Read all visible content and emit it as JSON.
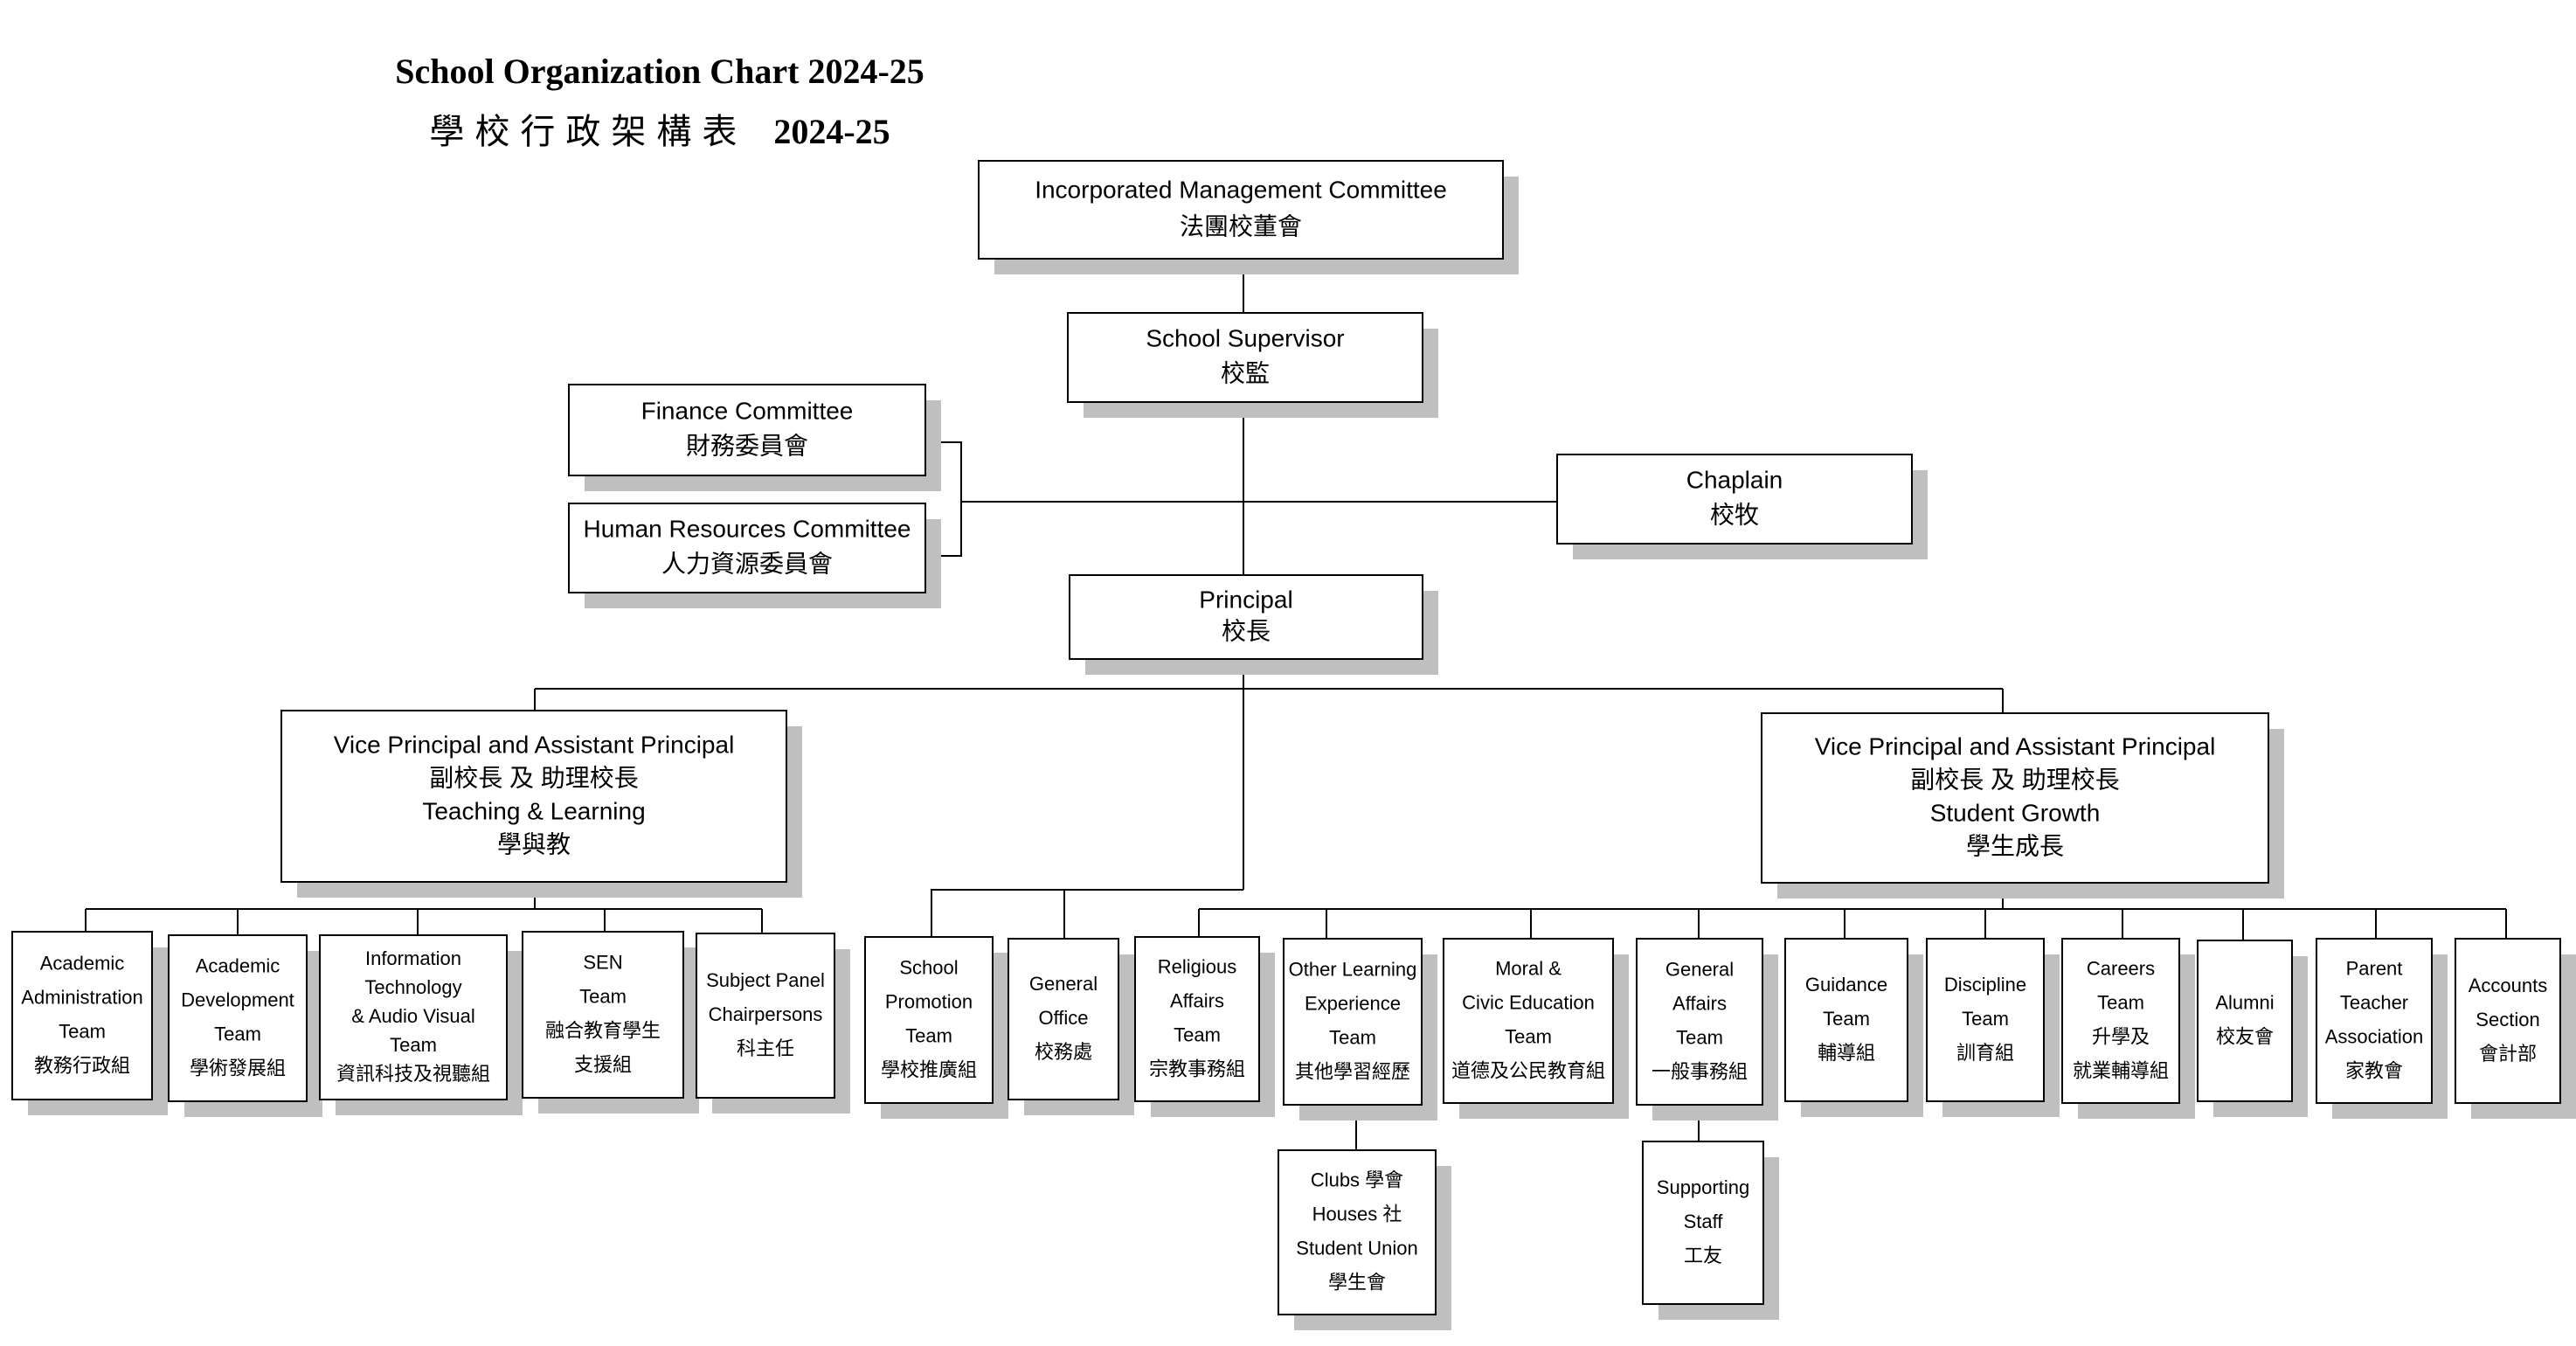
{
  "title": {
    "en": "School Organization Chart 2024-25",
    "zh": "學校行政架構表",
    "zh_year": "2024-25"
  },
  "colors": {
    "box_border": "#000000",
    "shadow": "#bfbfbf",
    "line": "#000000",
    "background": "#ffffff"
  },
  "nodes": [
    {
      "id": "imc",
      "lines": [
        "Incorporated Management Committee",
        "法團校董會"
      ]
    },
    {
      "id": "supervisor",
      "lines": [
        "School Supervisor",
        "校監"
      ]
    },
    {
      "id": "finance",
      "lines": [
        "Finance Committee",
        "財務委員會"
      ]
    },
    {
      "id": "hr",
      "lines": [
        "Human Resources Committee",
        "人力資源委員會"
      ]
    },
    {
      "id": "chaplain",
      "lines": [
        "Chaplain",
        "校牧"
      ]
    },
    {
      "id": "principal",
      "lines": [
        "Principal",
        "校長"
      ]
    },
    {
      "id": "vp-left",
      "lines": [
        "Vice Principal and Assistant Principal",
        "副校長  及  助理校長",
        "Teaching & Learning",
        "學與教"
      ]
    },
    {
      "id": "vp-right",
      "lines": [
        "Vice Principal and Assistant Principal",
        "副校長  及  助理校長",
        "Student Growth",
        "學生成長"
      ]
    },
    {
      "id": "academic-admin",
      "lines": [
        "Academic",
        "Administration",
        "Team",
        "教務行政組"
      ]
    },
    {
      "id": "academic-dev",
      "lines": [
        "Academic",
        "Development",
        "Team",
        "學術發展組"
      ]
    },
    {
      "id": "it-av",
      "lines": [
        "Information",
        "Technology",
        "& Audio Visual",
        "Team",
        "資訊科技及視聽組"
      ]
    },
    {
      "id": "sen",
      "lines": [
        "SEN",
        "Team",
        "融合教育學生",
        "支援組"
      ]
    },
    {
      "id": "subject-panel",
      "lines": [
        "Subject Panel",
        "Chairpersons",
        "科主任"
      ]
    },
    {
      "id": "school-promotion",
      "lines": [
        "School",
        "Promotion",
        "Team",
        "學校推廣組"
      ]
    },
    {
      "id": "general-office",
      "lines": [
        "General",
        "Office",
        "校務處"
      ]
    },
    {
      "id": "religious",
      "lines": [
        "Religious",
        "Affairs",
        "Team",
        "宗教事務組"
      ]
    },
    {
      "id": "ole",
      "lines": [
        "Other Learning",
        "Experience",
        "Team",
        "其他學習經歷"
      ]
    },
    {
      "id": "moral-civic",
      "lines": [
        "Moral &",
        "Civic Education",
        "Team",
        "道德及公民教育組"
      ]
    },
    {
      "id": "general-affairs",
      "lines": [
        "General",
        "Affairs",
        "Team",
        "一般事務組"
      ]
    },
    {
      "id": "guidance",
      "lines": [
        "Guidance",
        "Team",
        "輔導組"
      ]
    },
    {
      "id": "discipline",
      "lines": [
        "Discipline",
        "Team",
        "訓育組"
      ]
    },
    {
      "id": "careers",
      "lines": [
        "Careers",
        "Team",
        "升學及",
        "就業輔導組"
      ]
    },
    {
      "id": "alumni",
      "lines": [
        "Alumni",
        "校友會"
      ]
    },
    {
      "id": "pta",
      "lines": [
        "Parent",
        "Teacher",
        "Association",
        "家教會"
      ]
    },
    {
      "id": "accounts",
      "lines": [
        "Accounts",
        "Section",
        "會計部"
      ]
    },
    {
      "id": "clubs",
      "lines": [
        "Clubs  學會",
        "Houses  社",
        "Student Union",
        "學生會"
      ]
    },
    {
      "id": "supporting-staff",
      "lines": [
        "Supporting",
        "Staff",
        "工友"
      ]
    }
  ]
}
